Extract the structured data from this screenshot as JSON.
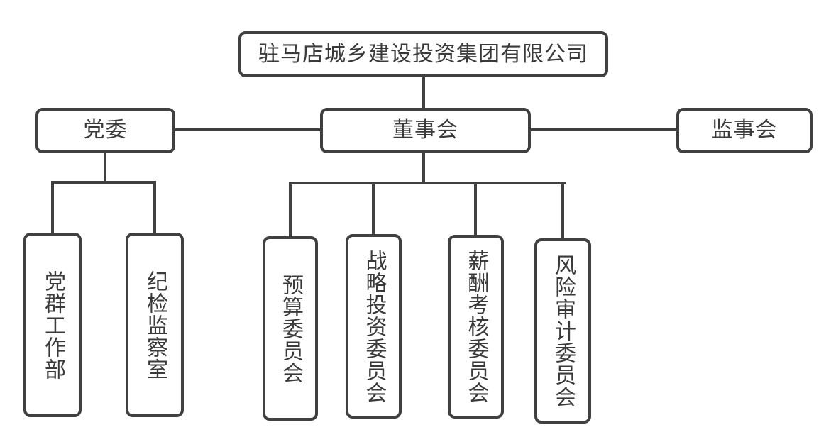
{
  "diagram": {
    "type": "org-chart",
    "root": "company"
  },
  "nodes": {
    "company": {
      "label": "驻马店城乡建设投资集团有限公司"
    },
    "party": {
      "label": "党委"
    },
    "board": {
      "label": "董事会"
    },
    "supervisory": {
      "label": "监事会"
    },
    "partymass": {
      "label": "党群工作部"
    },
    "discipline": {
      "label": "纪检监察室"
    },
    "budget": {
      "label": "预算委员会"
    },
    "strategic": {
      "label": "战略投资委员会"
    },
    "compensation": {
      "label": "薪酬考核委员会"
    },
    "risk": {
      "label": "风险审计委员会"
    }
  },
  "edges": [
    {
      "from": "company",
      "to": "board",
      "style": "vertical"
    },
    {
      "from": "party",
      "to": "board",
      "style": "horizontal"
    },
    {
      "from": "board",
      "to": "supervisory",
      "style": "horizontal"
    },
    {
      "from": "party",
      "to": "partymass",
      "style": "tree"
    },
    {
      "from": "party",
      "to": "discipline",
      "style": "tree"
    },
    {
      "from": "board",
      "to": "budget",
      "style": "tree"
    },
    {
      "from": "board",
      "to": "strategic",
      "style": "tree"
    },
    {
      "from": "board",
      "to": "compensation",
      "style": "tree"
    },
    {
      "from": "board",
      "to": "risk",
      "style": "tree"
    }
  ],
  "colors": {
    "line": "#404040",
    "text": "#3a3a3a",
    "node_background": "#ffffff",
    "page_background": "#ffffff"
  }
}
